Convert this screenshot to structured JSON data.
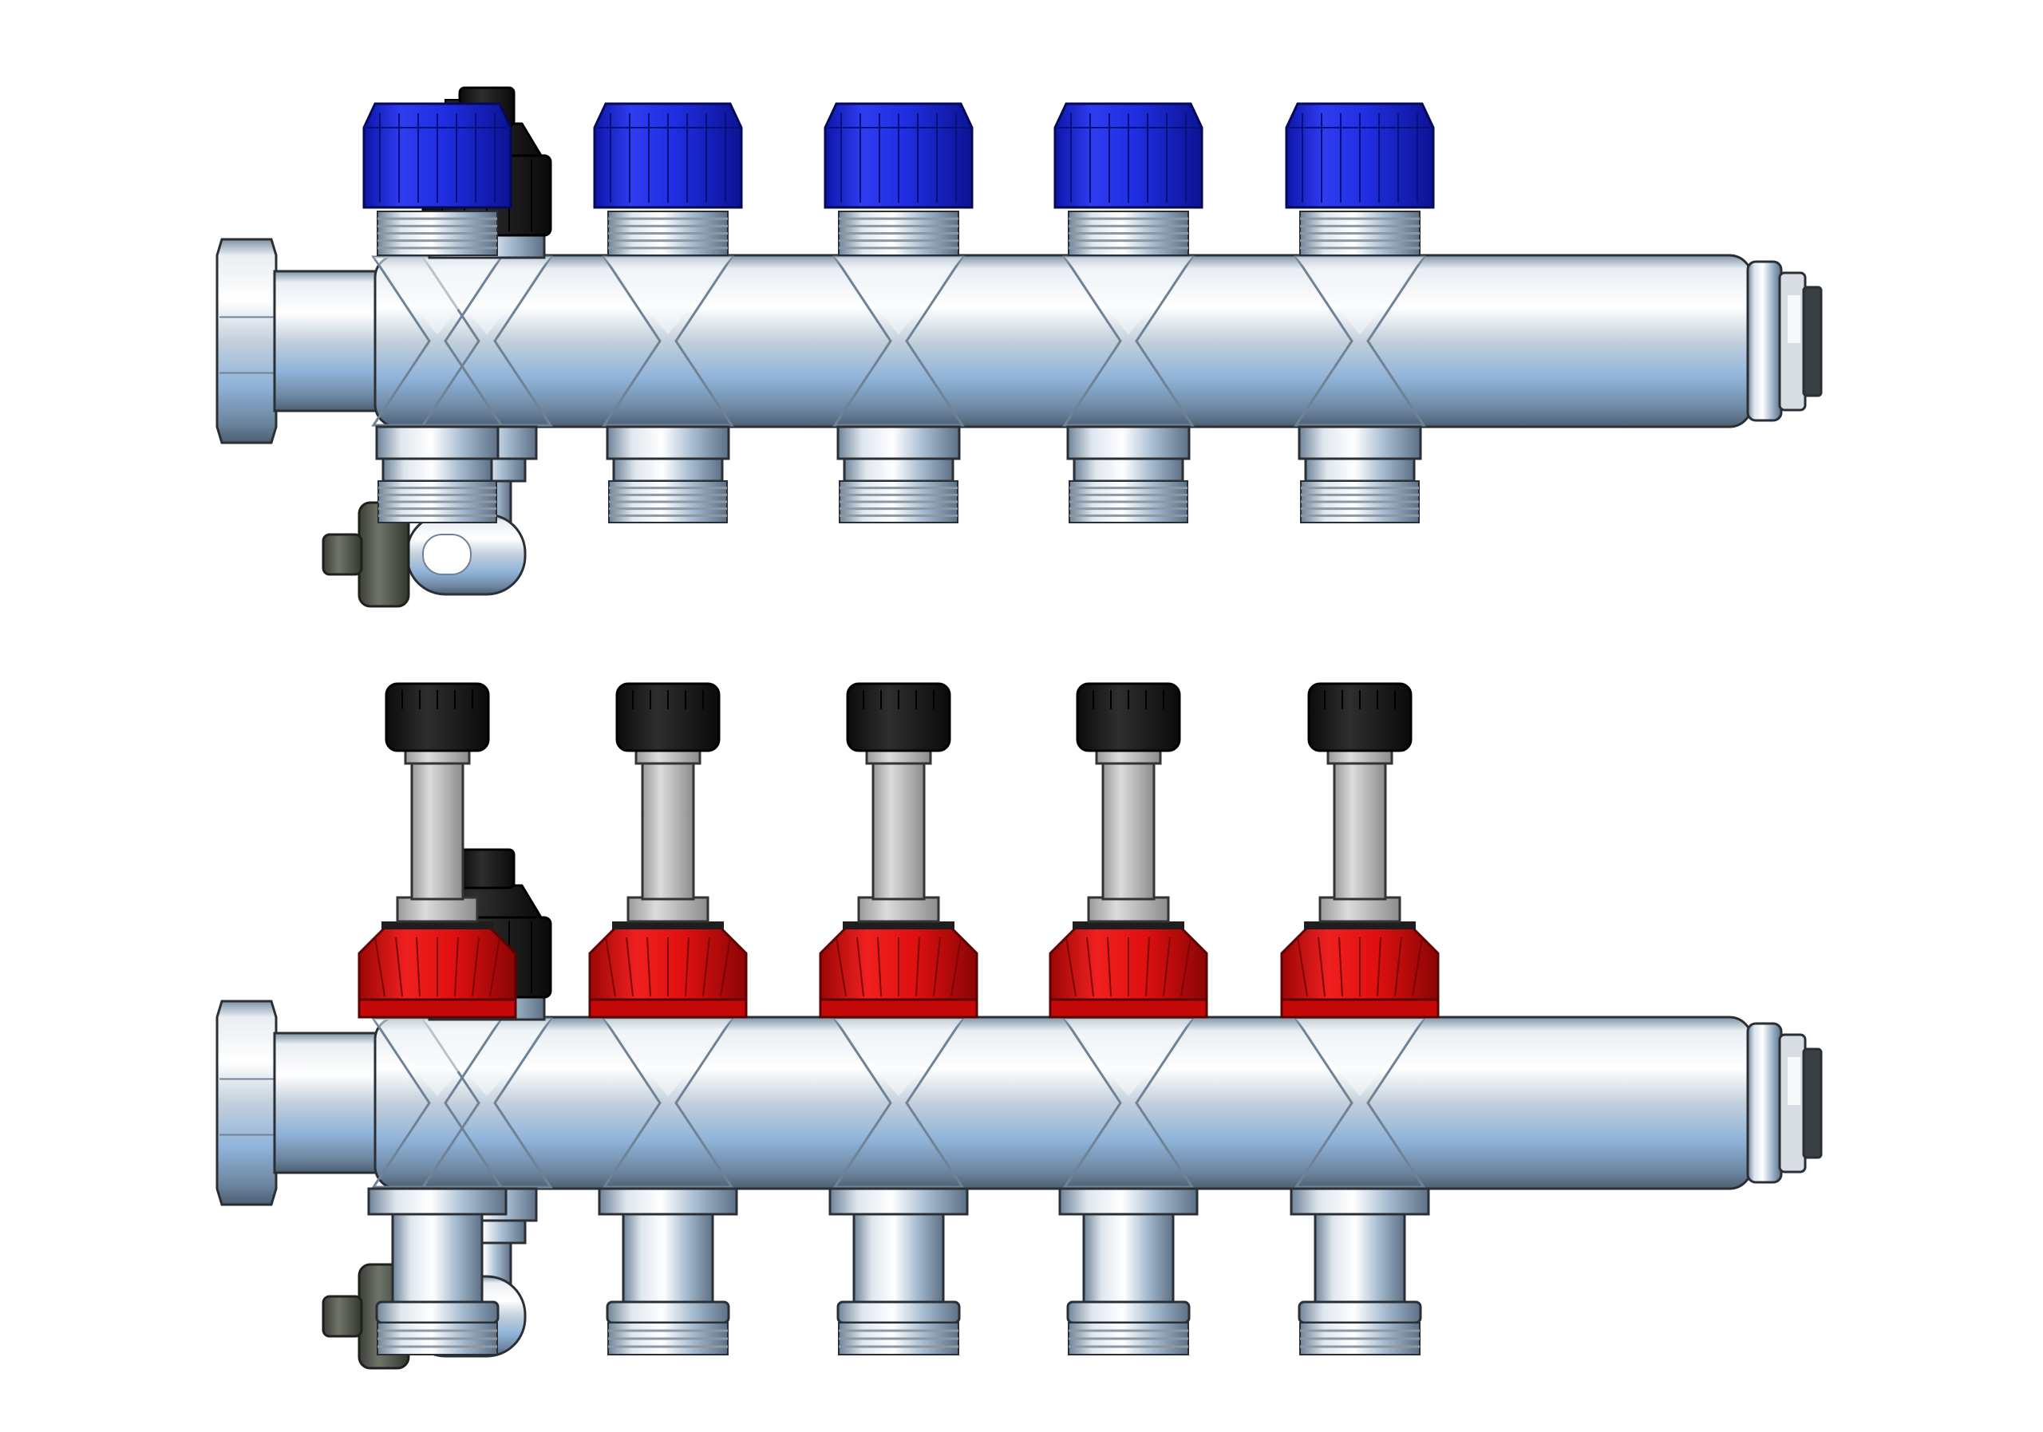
{
  "scene": {
    "manifolds": [
      {
        "id": "return",
        "cap_style": "flat",
        "outlet_style": "threaded",
        "cap_color": "#1f2ee0",
        "cap_shade": "#0d16a8",
        "outlet_count": 5
      },
      {
        "id": "flow",
        "cap_style": "flowmeter",
        "outlet_style": "tall",
        "cap_color": "#e01010",
        "cap_shade": "#9c0606",
        "knob_color": "#141414",
        "outlet_count": 5
      }
    ],
    "colors": {
      "metal_light": "#eef3f8",
      "metal_mid": "#b9c8d6",
      "metal_dark": "#6f8296",
      "metal_blue": "#8fb3d9",
      "actuator": "#1a1a1a",
      "drain_knob": "#55584f",
      "thread": "#8d98a2",
      "outline": "#2a2f35"
    }
  }
}
